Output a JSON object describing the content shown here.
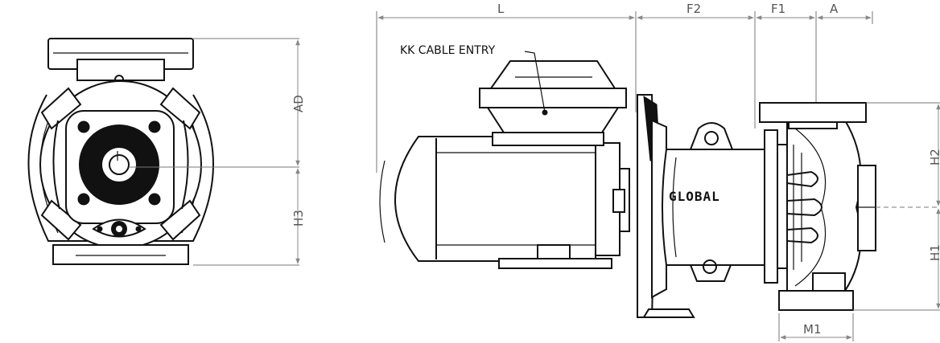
{
  "dimensions": {
    "L": "L",
    "F2": "F2",
    "F1": "F1",
    "A": "A",
    "AD": "AD",
    "H3": "H3",
    "H2": "H2",
    "H1": "H1",
    "M1": "M1"
  },
  "callouts": {
    "cable_entry": "KK CABLE ENTRY"
  },
  "logo_text": "GLOBAL",
  "colors": {
    "line": "#111111",
    "dimension": "#888888",
    "background": "#ffffff"
  }
}
